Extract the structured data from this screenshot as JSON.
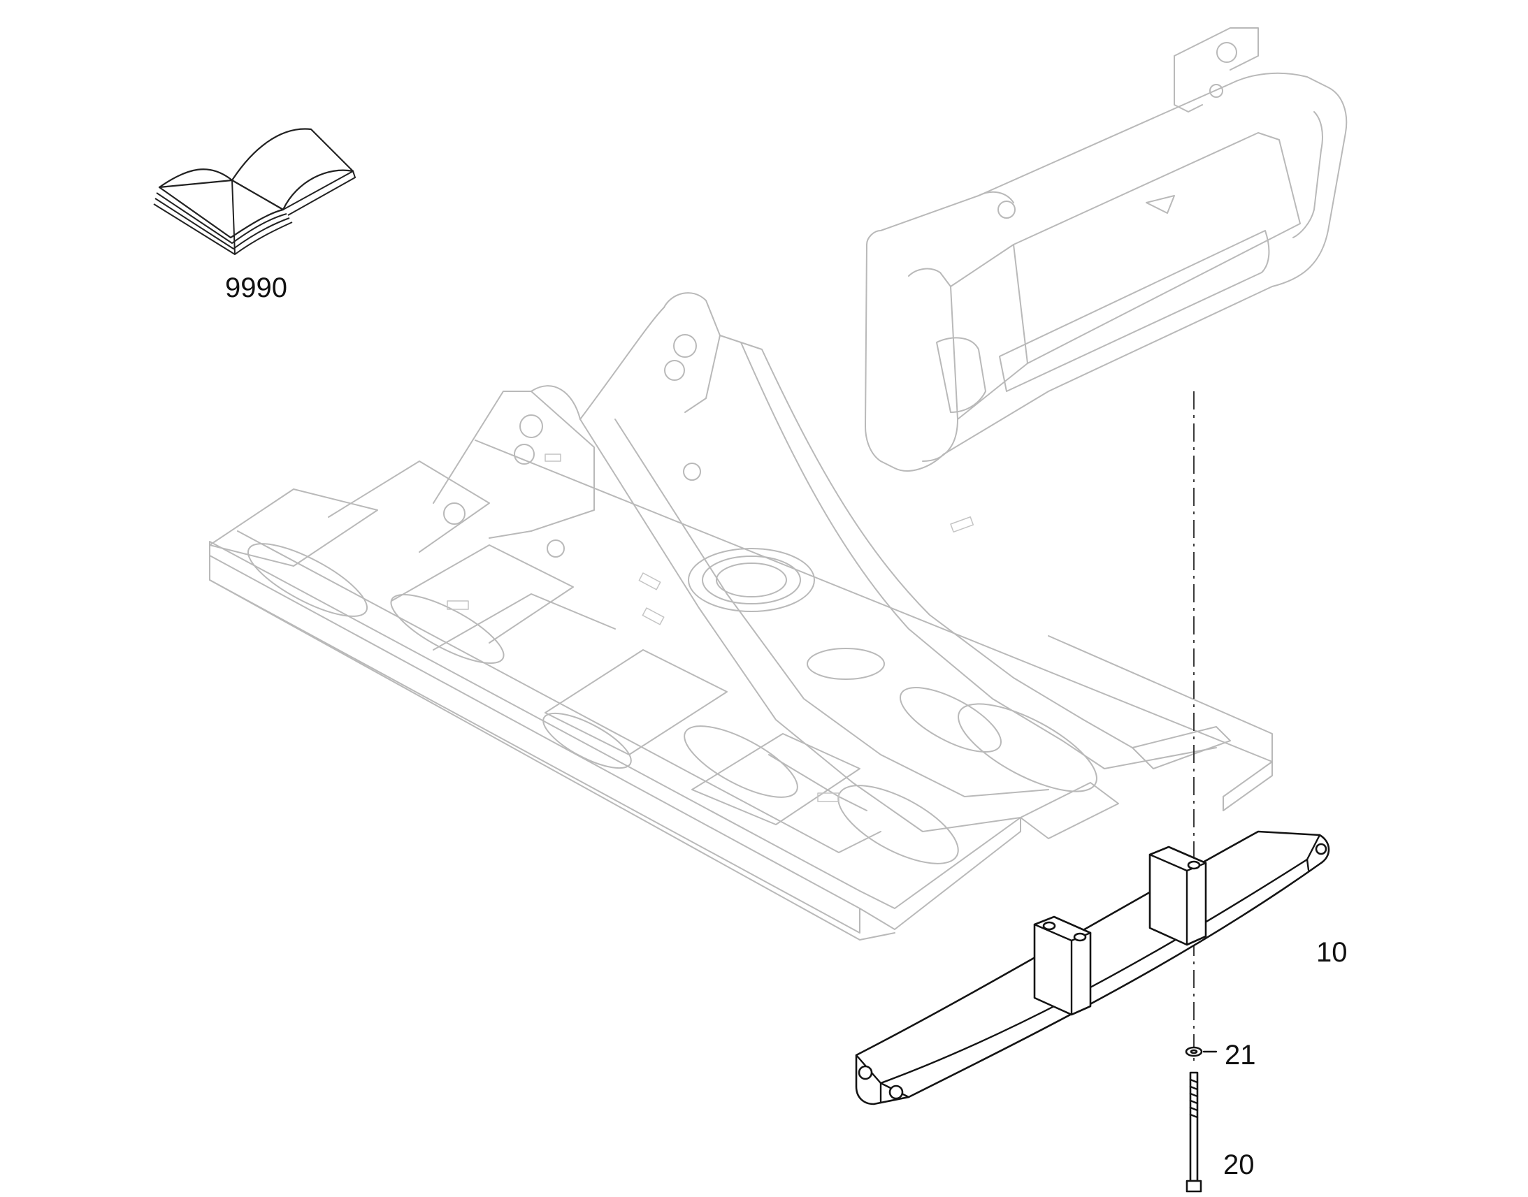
{
  "callouts": {
    "manual": "9990",
    "counterweight_base": "10",
    "washer": "21",
    "bolt": "20"
  },
  "colors": {
    "linework_dark": "#141414",
    "linework_faint": "#b9b9b9",
    "background": "#ffffff"
  },
  "icons": [
    "operator-manual-book-icon"
  ]
}
